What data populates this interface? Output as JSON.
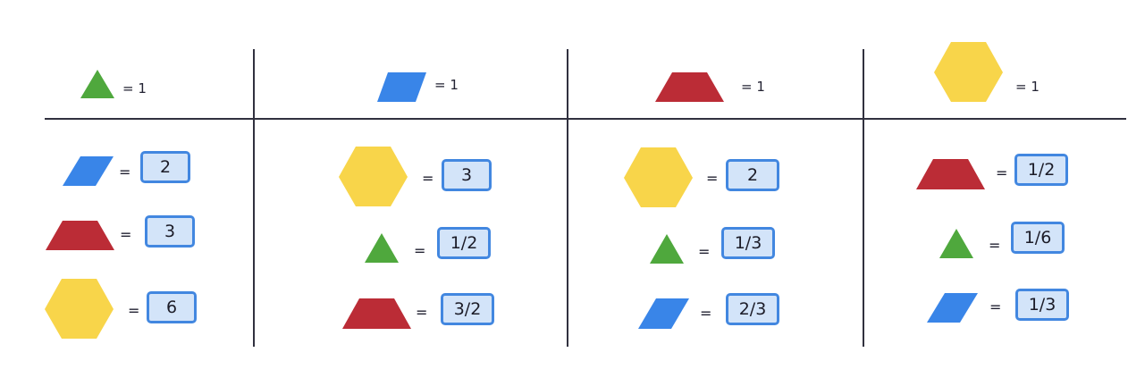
{
  "colors": {
    "triangle": "#4fa83d",
    "rhombus": "#3985e8",
    "trapezoid": "#bb2c36",
    "hexagon": "#f8d54a",
    "line": "#31313f",
    "box_border": "#4287e0",
    "box_fill": "#d3e4f9"
  },
  "columns": [
    {
      "unit": {
        "shape": "triangle",
        "label": "= 1"
      },
      "rows": [
        {
          "shape": "rhombus",
          "eq": "=",
          "value": "2"
        },
        {
          "shape": "trapezoid",
          "eq": "=",
          "value": "3"
        },
        {
          "shape": "hexagon",
          "eq": "=",
          "value": "6"
        }
      ]
    },
    {
      "unit": {
        "shape": "rhombus",
        "label": "= 1"
      },
      "rows": [
        {
          "shape": "hexagon",
          "eq": "=",
          "value": "3"
        },
        {
          "shape": "triangle",
          "eq": "=",
          "value": "1/2"
        },
        {
          "shape": "trapezoid",
          "eq": "=",
          "value": "3/2"
        }
      ]
    },
    {
      "unit": {
        "shape": "trapezoid",
        "label": "= 1"
      },
      "rows": [
        {
          "shape": "hexagon",
          "eq": "=",
          "value": "2"
        },
        {
          "shape": "triangle",
          "eq": "=",
          "value": "1/3"
        },
        {
          "shape": "rhombus",
          "eq": "=",
          "value": "2/3"
        }
      ]
    },
    {
      "unit": {
        "shape": "hexagon",
        "label": "= 1"
      },
      "rows": [
        {
          "shape": "trapezoid",
          "eq": "=",
          "value": "1/2"
        },
        {
          "shape": "triangle",
          "eq": "=",
          "value": "1/6"
        },
        {
          "shape": "rhombus",
          "eq": "=",
          "value": "1/3"
        }
      ]
    }
  ]
}
